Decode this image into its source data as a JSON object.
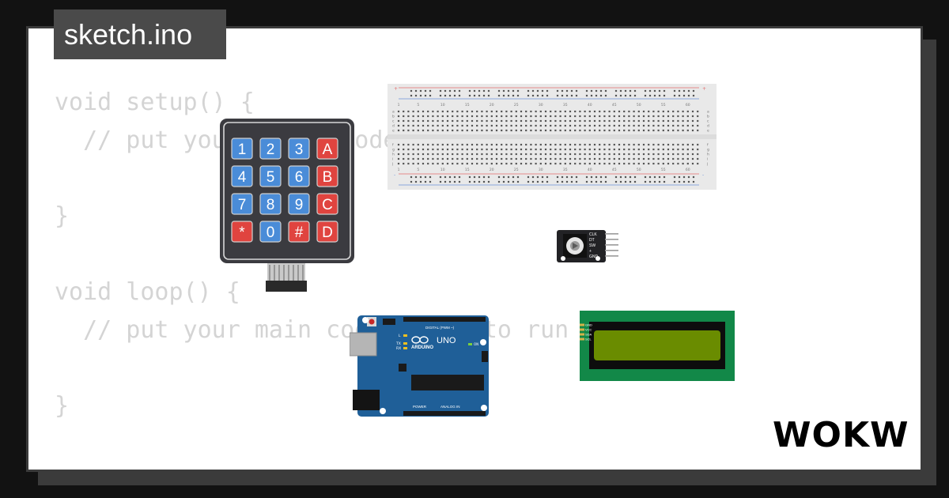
{
  "tab": {
    "title": "sketch.ino"
  },
  "code_lines": [
    "void setup() {",
    "  // put your setup code here, to run once:",
    "",
    "}",
    "",
    "void loop() {",
    "  // put your main code here, to run repeatedly:",
    "",
    "}"
  ],
  "keypad": {
    "rows": [
      [
        "1",
        "2",
        "3",
        "A"
      ],
      [
        "4",
        "5",
        "6",
        "B"
      ],
      [
        "7",
        "8",
        "9",
        "C"
      ],
      [
        "*",
        "0",
        "#",
        "D"
      ]
    ]
  },
  "breadboard": {
    "column_labels": [
      "1",
      "5",
      "10",
      "15",
      "20",
      "25",
      "30",
      "35",
      "40",
      "45",
      "50",
      "55",
      "60"
    ],
    "row_labels_top": [
      "a",
      "b",
      "c",
      "d",
      "e"
    ],
    "row_labels_bottom": [
      "f",
      "g",
      "h",
      "i",
      "j"
    ],
    "rail_signs": [
      "+",
      "-"
    ]
  },
  "rotary_encoder": {
    "pins": [
      "CLK",
      "DT",
      "SW",
      "+",
      "GND"
    ]
  },
  "arduino": {
    "brand": "ARDUINO",
    "model": "UNO",
    "digital_label": "DIGITAL (PWM ~)",
    "power_label": "POWER",
    "analog_label": "ANALOG IN",
    "led_labels": [
      "L",
      "TX",
      "RX",
      "ON"
    ]
  },
  "lcd": {
    "pins": [
      "GND",
      "VCC",
      "SDA",
      "SCL"
    ]
  },
  "logo": {
    "text": "WOKWi"
  },
  "colors": {
    "key_blue": "#4a8cd8",
    "key_red": "#e0443f",
    "keypad_body": "#3b3b40",
    "arduino_blue": "#1f5f98",
    "lcd_pcb": "#128848",
    "lcd_screen": "#6a8c00",
    "code_text": "#d4d4d4"
  }
}
